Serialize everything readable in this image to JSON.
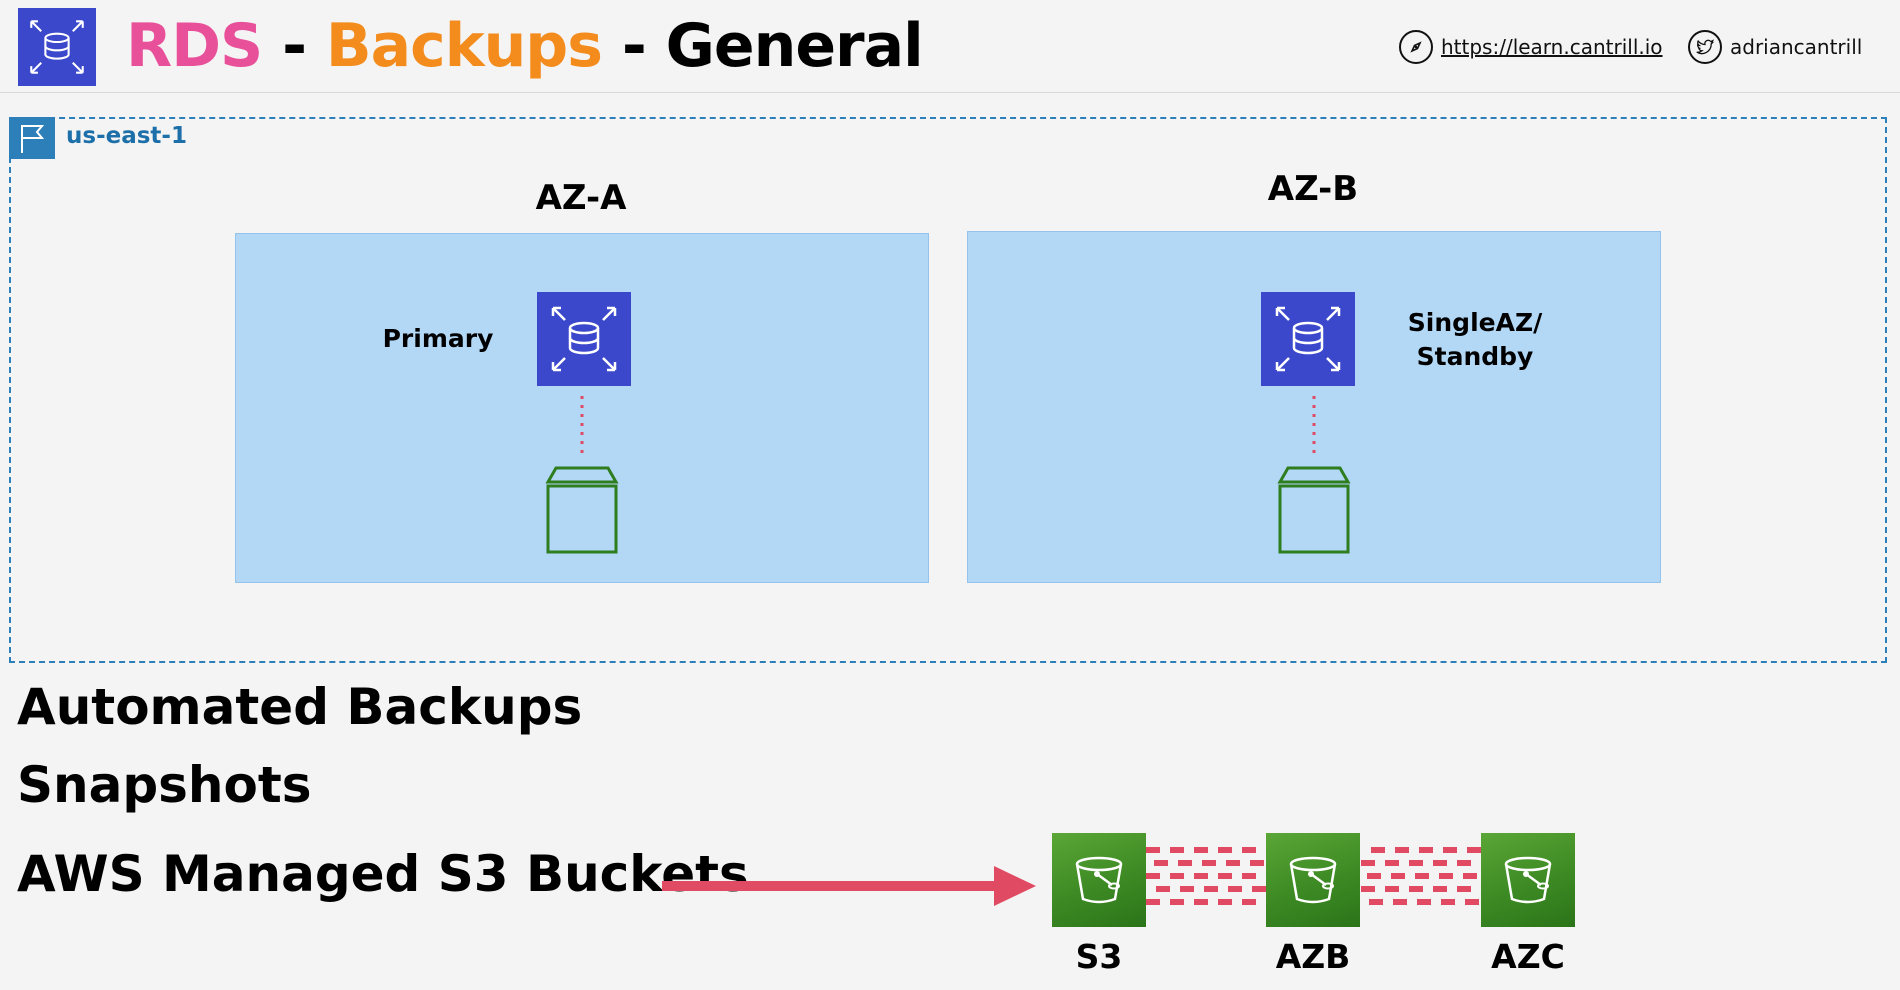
{
  "header": {
    "title_part1": "RDS",
    "title_sep1": " - ",
    "title_part2": "Backups",
    "title_sep2": " - ",
    "title_part3": "General",
    "site_url": "https://learn.cantrill.io",
    "twitter_handle": "adriancantrill"
  },
  "region": {
    "label": "us-east-1",
    "zones": [
      {
        "name": "AZ-A",
        "instance_label": "Primary"
      },
      {
        "name": "AZ-B",
        "instance_label_line1": "SingleAZ/",
        "instance_label_line2": "Standby"
      }
    ]
  },
  "bullets": {
    "line1": "Automated Backups",
    "line2": "Snapshots",
    "line3": "AWS Managed S3 Buckets"
  },
  "buckets": [
    {
      "label": "S3"
    },
    {
      "label": "AZB"
    },
    {
      "label": "AZC"
    }
  ],
  "colors": {
    "rds": "#e8509a",
    "backups": "#f38b1d",
    "rds_icon": "#3b48cc",
    "region_border": "#2c7fb8",
    "az_fill": "#b2d8f6",
    "ebs_green": "#2e7d1f",
    "arrow_red": "#e04b63",
    "bucket_green": "#3d8a24"
  },
  "icons": {
    "header_logo": "rds-database-icon",
    "site": "compass-icon",
    "twitter": "twitter-bird-icon",
    "region": "region-flag-icon",
    "instance": "rds-database-icon",
    "volume": "ebs-volume-icon",
    "bucket": "s3-bucket-icon"
  }
}
